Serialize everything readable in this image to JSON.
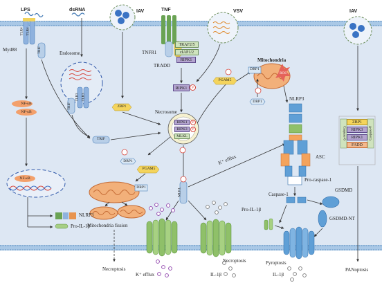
{
  "stimuli": {
    "lps": "LPS",
    "dsrna": "dsRNA",
    "iav_left": "IAV",
    "tnf": "TNF",
    "vsv": "VSV",
    "iav_right": "IAV"
  },
  "receptors": {
    "tlr4": "TLR4",
    "myd88": "Myd88",
    "trif": "TRIF",
    "endosome": "Endosome",
    "tlr3": "TLR3",
    "tnfr1": "TNFR1",
    "tradd": "TRADD",
    "traf25": "TRAF2/5",
    "ciap12": "cIAP1/2",
    "ripk1": "RIPK1",
    "zbp1": "ZBP1"
  },
  "nfkb": {
    "nfkb": "NF-κB",
    "nlrp3_gene": "NLRP3",
    "pro_il1b": "Pro-IL-1β"
  },
  "necrosome": {
    "title": "Necrosome",
    "ripk1": "RIPK1",
    "ripk3": "RIPK3",
    "mlkl": "MLKL",
    "phospho": "P"
  },
  "mito": {
    "drp1": "DRP1",
    "pgam5": "PGAM5",
    "fission": "Mitochondria fission",
    "mitochondria": "Mitochondria",
    "ros": "ROS",
    "k_efflux": "K⁺ efflux"
  },
  "inflammasome": {
    "nlrp3": "NLRP3",
    "asc": "ASC",
    "pro_caspase1": "Pro-caspase-1",
    "caspase1": "Caspase-1",
    "gsdmd": "GSDMD",
    "gsdmd_nt": "GSDMD-NT",
    "pro_il1b": "Pro-IL-1β"
  },
  "panopto": {
    "caspase6": "Caspase-6",
    "zbp1": "ZBP1",
    "ripk3": "RIPK3",
    "ripk1": "RIPK1",
    "fadd": "FADD",
    "caspase8": "Caspase-8"
  },
  "outcomes": {
    "necroptosis_left": "Necroptosis",
    "k_efflux": "K⁺ efflux",
    "necroptosis_mid": "Necroptosis",
    "il1b_mid": "IL-1β",
    "pyroptosis": "Pyroptosis",
    "il1b_right": "IL-1β",
    "panoptosis": "PANoptosis"
  },
  "colors": {
    "cell": "#dde7f3",
    "membrane": "#8fb6d9",
    "ripk": "#b3a4cf",
    "green_box": "#cfe3bd",
    "yellow": "#f4d45c",
    "orange_box": "#f3b98e",
    "red_p": "#e5635a"
  }
}
